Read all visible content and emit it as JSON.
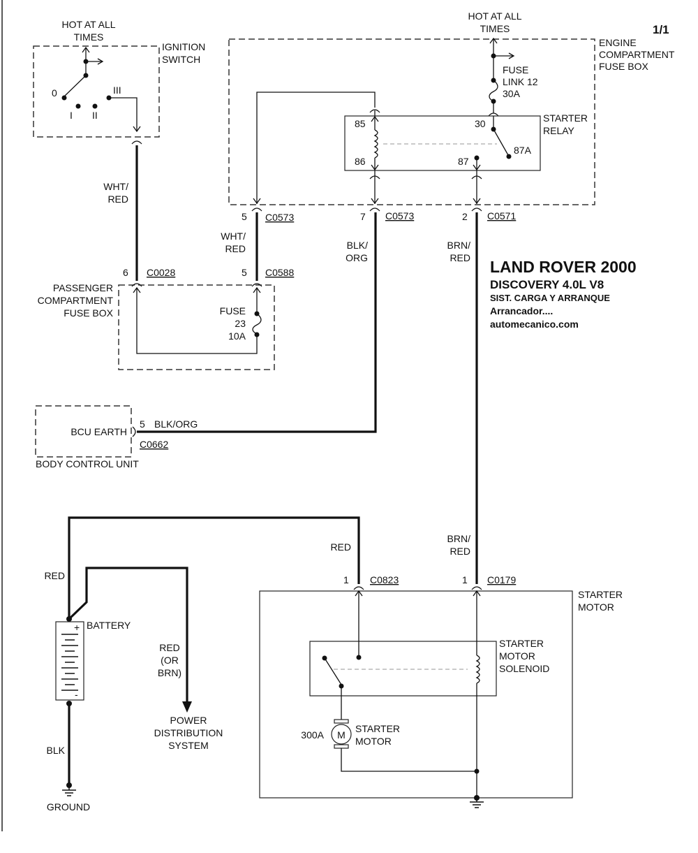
{
  "page_number": "1/1",
  "title": {
    "line1": "LAND ROVER 2000",
    "line2": "DISCOVERY  4.0L  V8",
    "line3": "SIST. CARGA Y ARRANQUE",
    "line4": "Arrancador....",
    "line5": "automecanico.com"
  },
  "ignition_switch": {
    "hot_l1": "HOT AT ALL",
    "hot_l2": "TIMES",
    "label_l1": "IGNITION",
    "label_l2": "SWITCH",
    "pos0": "0",
    "posI": "I",
    "posII": "II",
    "posIII": "III"
  },
  "engine_fuse_box": {
    "hot_l1": "HOT AT ALL",
    "hot_l2": "TIMES",
    "label_l1": "ENGINE",
    "label_l2": "COMPARTMENT",
    "label_l3": "FUSE BOX",
    "fuse_l1": "FUSE",
    "fuse_l2": "LINK 12",
    "fuse_l3": "30A"
  },
  "starter_relay": {
    "label_l1": "STARTER",
    "label_l2": "RELAY",
    "p85": "85",
    "p86": "86",
    "p30": "30",
    "p87": "87",
    "p87a": "87A"
  },
  "passenger_fuse_box": {
    "label_l1": "PASSENGER",
    "label_l2": "COMPARTMENT",
    "label_l3": "FUSE BOX",
    "fuse_l1": "FUSE",
    "fuse_l2": "23",
    "fuse_l3": "10A"
  },
  "bcu": {
    "earth": "BCU EARTH",
    "label": "BODY CONTROL UNIT",
    "pin": "5",
    "wire": "BLK/ORG",
    "conn": "C0662"
  },
  "connectors": {
    "c0573a_pin": "5",
    "c0573a": "C0573",
    "c0573b_pin": "7",
    "c0573b": "C0573",
    "c0571_pin": "2",
    "c0571": "C0571",
    "c0028_pin": "6",
    "c0028": "C0028",
    "c0588_pin": "5",
    "c0588": "C0588",
    "c0823_pin": "1",
    "c0823": "C0823",
    "c0179_pin": "1",
    "c0179": "C0179"
  },
  "wires": {
    "wht_red_1_l1": "WHT/",
    "wht_red_1_l2": "RED",
    "wht_red_2_l1": "WHT/",
    "wht_red_2_l2": "RED",
    "blk_org_l1": "BLK/",
    "blk_org_l2": "ORG",
    "brn_red_1_l1": "BRN/",
    "brn_red_1_l2": "RED",
    "brn_red_2_l1": "BRN/",
    "brn_red_2_l2": "RED",
    "red_top": "RED",
    "red_left": "RED",
    "red_or_brn_l1": "RED",
    "red_or_brn_l2": "(OR",
    "red_or_brn_l3": "BRN)",
    "blk": "BLK"
  },
  "battery": {
    "label": "BATTERY",
    "plus": "+",
    "minus": "-"
  },
  "power_dist": {
    "l1": "POWER",
    "l2": "DISTRIBUTION",
    "l3": "SYSTEM"
  },
  "ground": "GROUND",
  "starter_motor": {
    "label_l1": "STARTER",
    "label_l2": "MOTOR",
    "solenoid_l1": "STARTER",
    "solenoid_l2": "MOTOR",
    "solenoid_l3": "SOLENOID",
    "motor_l1": "STARTER",
    "motor_l2": "MOTOR",
    "motor_amps": "300A",
    "motor_symbol": "M"
  }
}
